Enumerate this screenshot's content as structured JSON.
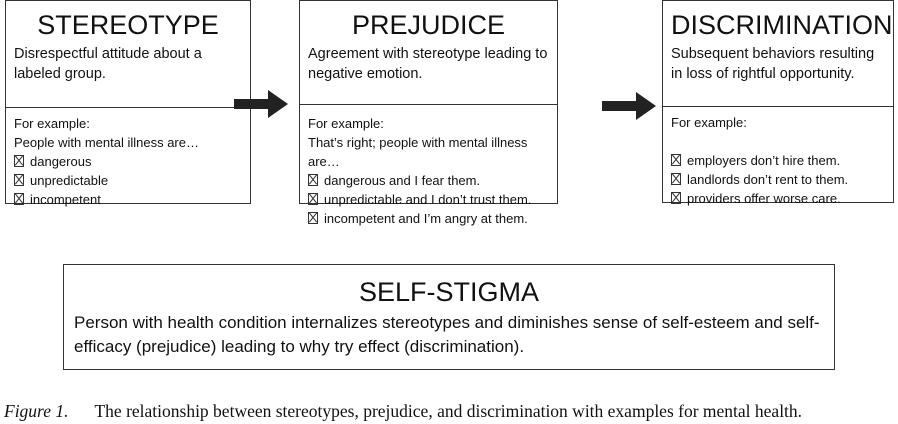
{
  "boxes": [
    {
      "title": "STEREOTYPE",
      "description": "Disrespectful attitude about a labeled group.",
      "example_label": "For example:",
      "lead": "People with mental illness are…",
      "items": [
        "dangerous",
        "unpredictable",
        "incompetent"
      ]
    },
    {
      "title": "PREJUDICE",
      "description": "Agreement with stereotype leading to negative emotion.",
      "example_label": "For example:",
      "lead": "That’s right; people with mental illness are…",
      "items": [
        "dangerous and I fear them.",
        "unpredictable and I don’t trust them.",
        "incompetent and I’m angry at them."
      ]
    },
    {
      "title": "DISCRIMINATION",
      "description": "Subsequent behaviors resulting in loss of rightful opportunity.",
      "example_label": "For example:",
      "lead": "",
      "items": [
        "employers don’t hire them.",
        "landlords don’t rent to them.",
        "providers offer worse care."
      ]
    }
  ],
  "self_stigma": {
    "title": "SELF-STIGMA",
    "description": "Person with health condition internalizes stereotypes and diminishes sense of self-esteem and self-efficacy (prejudice) leading to why try effect (discrimination)."
  },
  "caption": {
    "label": "Figure 1.",
    "text": "The relationship between stereotypes, prejudice, and discrimination with examples for mental health."
  }
}
